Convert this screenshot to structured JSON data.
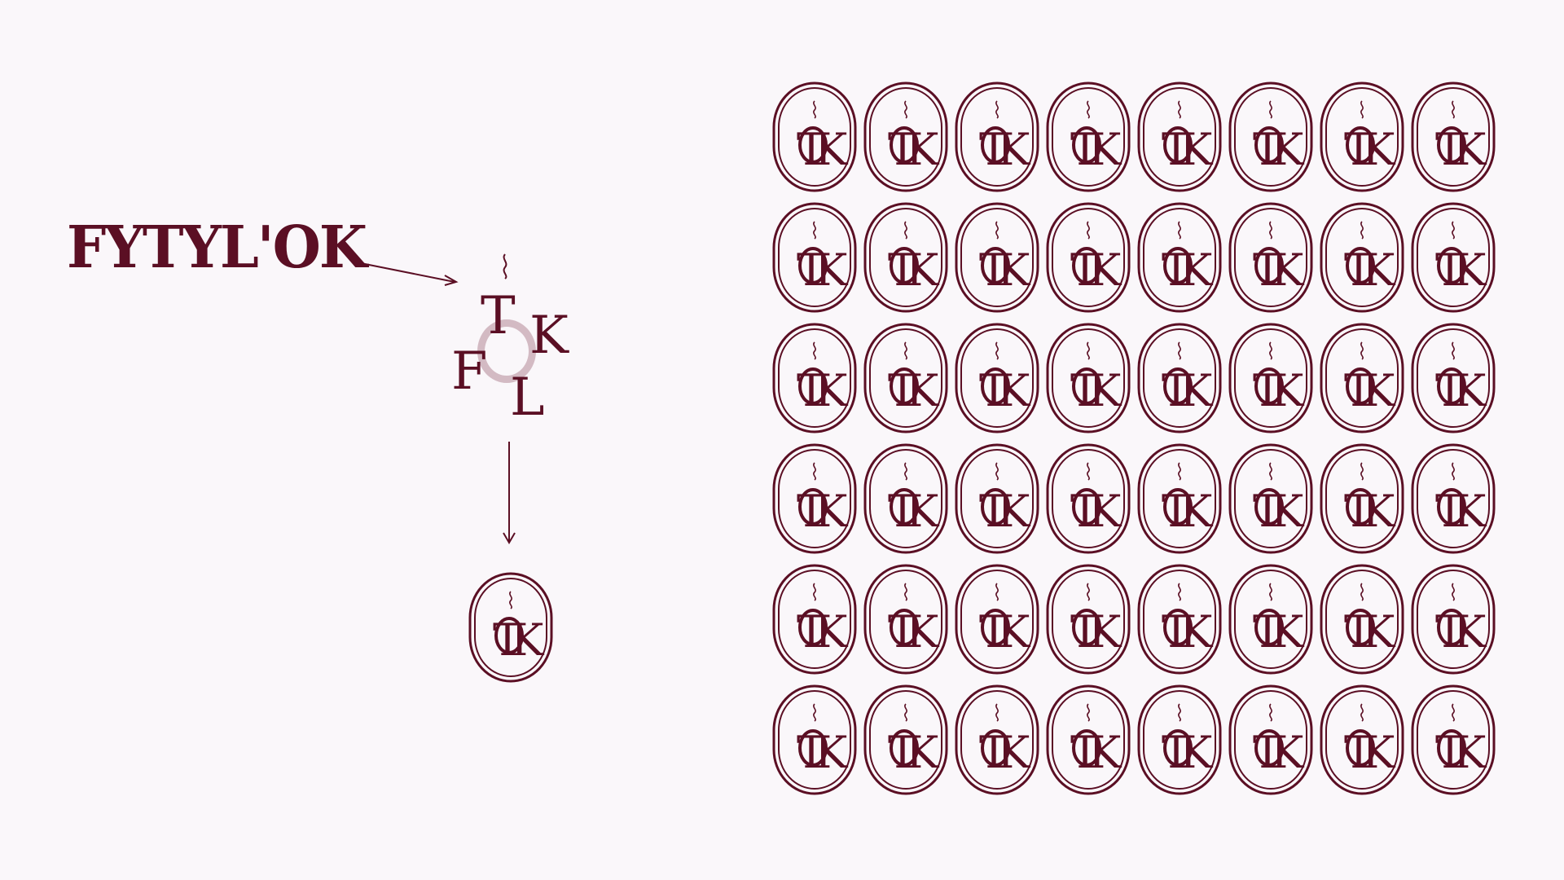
{
  "wordmark": {
    "text": "FYTYL'OK"
  },
  "construction": {
    "letters": [
      "T",
      "K",
      "F",
      "L"
    ]
  },
  "monogram": {
    "letters": [
      "T",
      "K"
    ]
  },
  "pattern": {
    "rows": 6,
    "columns": 8
  },
  "colors": {
    "background": "#faf7fa",
    "brand": "#5b0f24",
    "ring_tint": "rgba(110, 30, 55, 0.28)"
  }
}
